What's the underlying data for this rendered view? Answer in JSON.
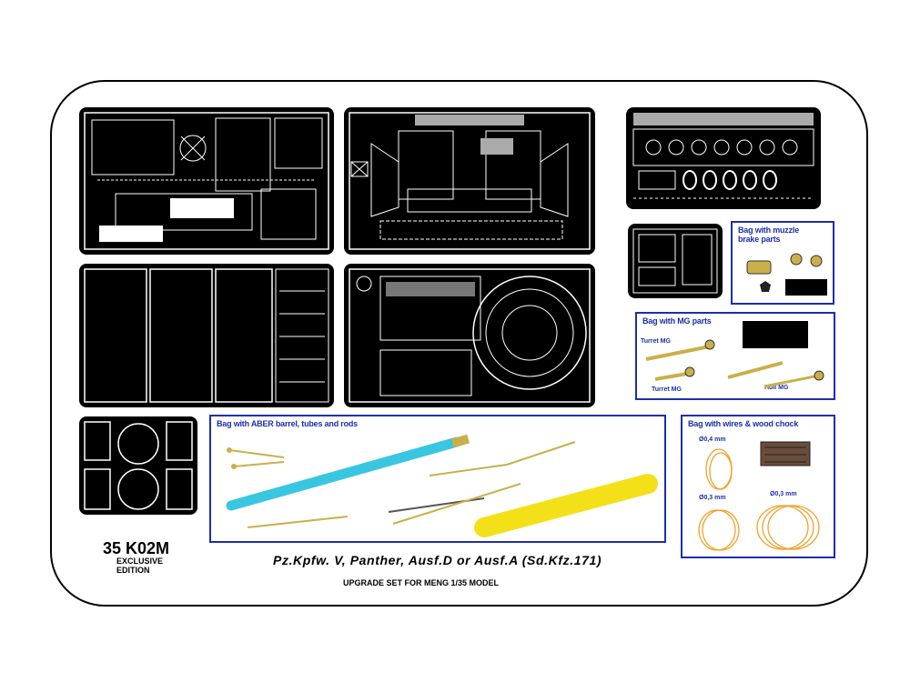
{
  "sheet": {
    "code": "35 K02M",
    "edition_line1": "EXCLUSIVE",
    "edition_line2": "EDITION",
    "title": "Pz.Kpfw. V, Panther, Ausf.D or Ausf.A (Sd.Kfz.171)",
    "subtitle": "UPGRADE SET FOR MENG 1/35 MODEL"
  },
  "bags": {
    "muzzle": {
      "label_line1": "Bag with muzzle",
      "label_line2": "brake parts"
    },
    "mg": {
      "label": "Bag with MG parts",
      "part1": "Turret MG",
      "part2": "Turret MG",
      "part3": "Hull MG"
    },
    "barrel": {
      "label": "Bag with ABER barrel, tubes and rods"
    },
    "wires": {
      "label": "Bag with wires & wood chock",
      "size1": "Ø0,4 mm",
      "size2": "Ø0,3 mm",
      "size3": "Ø0,3 mm"
    }
  },
  "colors": {
    "bag_border": "#1c2fa8",
    "barrel": "#39c6e0",
    "tube": "#f4e019",
    "wire": "#f2a12a",
    "brass": "#c9b04a"
  }
}
